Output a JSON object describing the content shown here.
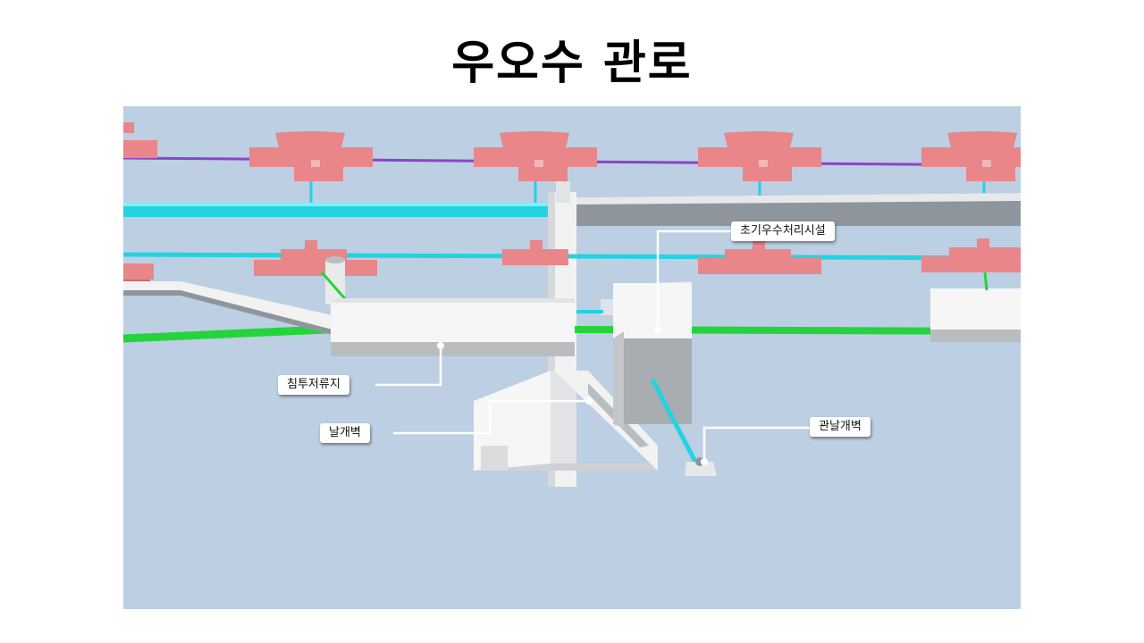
{
  "title": "우오수 관로",
  "labels": {
    "early_rainwater": "초기우수처리시설",
    "infiltration": "침투저류지",
    "wingwall": "날개벽",
    "pipe_wingwall": "관날개벽"
  },
  "colors": {
    "background": "#bccfe3",
    "rainwater_pipe": "#22d3e0",
    "sewer_pipe": "#24d43a",
    "gas_pipe": "#8a44c8",
    "manhole": "#e8868a",
    "structure": "#f2f2f2"
  }
}
